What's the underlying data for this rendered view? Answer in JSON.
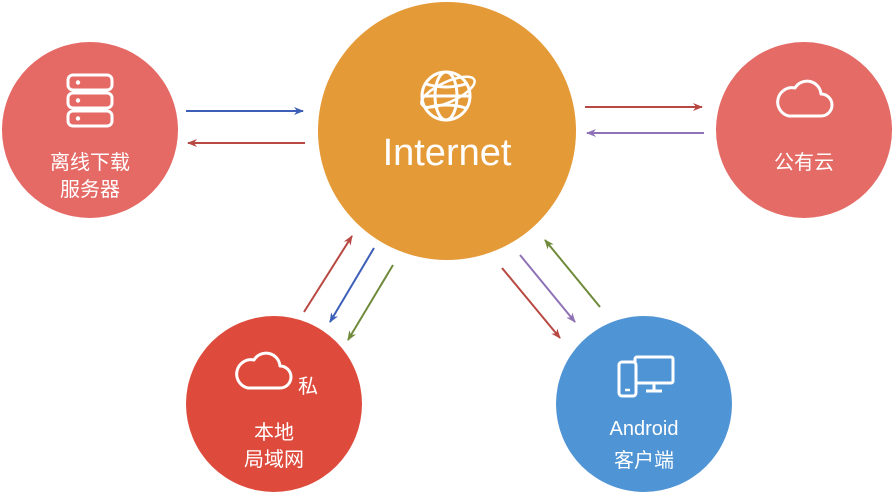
{
  "diagram": {
    "colors": {
      "server": "#e56a66",
      "internet": "#e59a38",
      "cloud": "#e46b66",
      "lan": "#de4b3d",
      "android": "#4f94d4",
      "arrow_blue": "#3d5fb8",
      "arrow_red": "#b84842",
      "arrow_purple": "#8f72b6",
      "arrow_green": "#6f8a3a"
    },
    "nodes": {
      "server": {
        "label_line1": "离线下载",
        "label_line2": "服务器",
        "icon": "server-icon"
      },
      "internet": {
        "label": "Internet",
        "icon": "globe-icon"
      },
      "cloud": {
        "label": "公有云",
        "icon": "cloud-icon"
      },
      "lan": {
        "badge": "私",
        "label_line1": "本地",
        "label_line2": "局域网",
        "icon": "cloud-icon"
      },
      "android": {
        "label_line1": "Android",
        "label_line2": "客户端",
        "icon": "devices-icon"
      }
    },
    "edges": [
      {
        "from": "离线下载服务器",
        "to": "Internet",
        "color": "arrow_blue"
      },
      {
        "from": "Internet",
        "to": "离线下载服务器",
        "color": "arrow_red"
      },
      {
        "from": "Internet",
        "to": "公有云",
        "color": "arrow_red"
      },
      {
        "from": "公有云",
        "to": "Internet",
        "color": "arrow_purple"
      },
      {
        "from": "本地局域网",
        "to": "Internet",
        "color": "arrow_red"
      },
      {
        "from": "Internet",
        "to": "本地局域网",
        "color": "arrow_blue"
      },
      {
        "from": "Internet",
        "to": "本地局域网",
        "color": "arrow_green"
      },
      {
        "from": "Internet",
        "to": "Android客户端",
        "color": "arrow_red"
      },
      {
        "from": "Internet",
        "to": "Android客户端",
        "color": "arrow_purple"
      },
      {
        "from": "Android客户端",
        "to": "Internet",
        "color": "arrow_green"
      }
    ]
  }
}
